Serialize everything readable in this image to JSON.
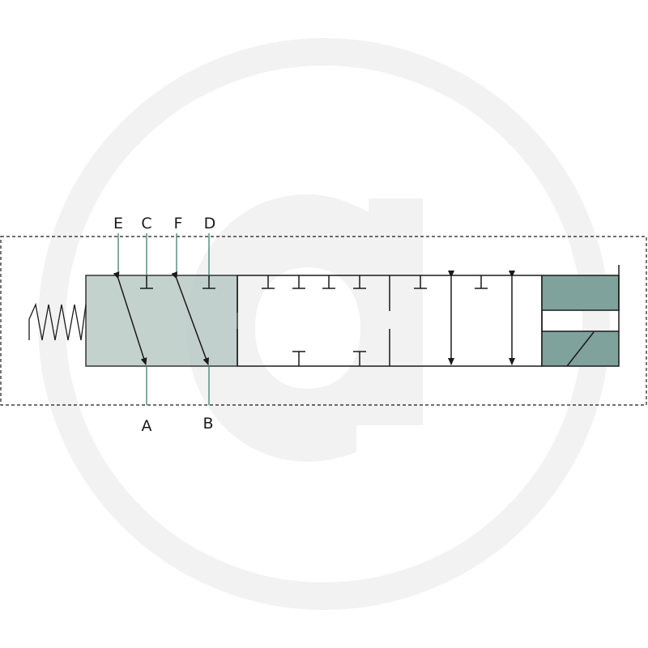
{
  "ports": {
    "top": [
      "E",
      "C",
      "F",
      "D"
    ],
    "bottom": [
      "A",
      "B"
    ]
  },
  "colors": {
    "active_position_fill": "#bcccc8",
    "actuator_fill": "#7fa29c",
    "line": "#1a1a1a",
    "port_line": "#3f7f73",
    "watermark": "#f2f2f2"
  },
  "watermark_icon": "g-logo-watermark-icon",
  "actuator_icon": "actuator-icon",
  "spring_icon": "spring-icon"
}
